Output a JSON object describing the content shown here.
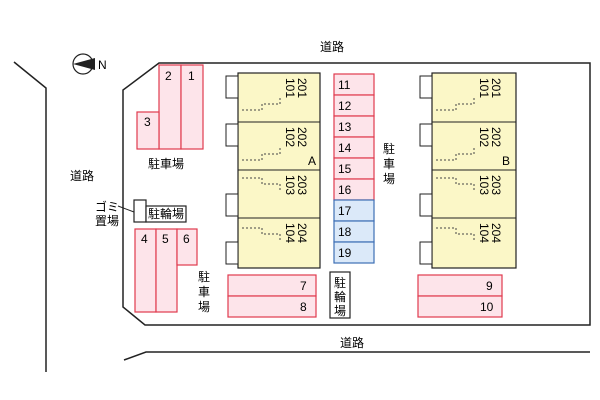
{
  "roads": {
    "top": "道路",
    "left": "道路",
    "bottom": "道路"
  },
  "compass": {
    "icon": "north-arrow-icon",
    "letter": "N"
  },
  "parking_labels": {
    "upper_left": "駐車場",
    "lower_left": [
      "駐",
      "車",
      "場"
    ],
    "center": [
      "駐",
      "車",
      "場"
    ]
  },
  "garbage_label": [
    "ゴミ",
    "置場"
  ],
  "bike_parking": {
    "left": "駐輪場",
    "center": [
      "駐",
      "輪",
      "場"
    ]
  },
  "parking_spaces": {
    "top_left": [
      "1",
      "2",
      "3"
    ],
    "bottom_left": [
      "4",
      "5",
      "6"
    ],
    "bottom_middle": [
      "7",
      "8"
    ],
    "bottom_right": [
      "9",
      "10"
    ],
    "center_column": [
      "11",
      "12",
      "13",
      "14",
      "15",
      "16"
    ],
    "center_bike": [
      "17",
      "18",
      "19"
    ]
  },
  "buildings": {
    "A": {
      "label": "A",
      "units": [
        {
          "upper": "201",
          "lower": "101"
        },
        {
          "upper": "202",
          "lower": "102"
        },
        {
          "upper": "203",
          "lower": "103"
        },
        {
          "upper": "204",
          "lower": "104"
        }
      ]
    },
    "B": {
      "label": "B",
      "units": [
        {
          "upper": "201",
          "lower": "101"
        },
        {
          "upper": "202",
          "lower": "102"
        },
        {
          "upper": "203",
          "lower": "103"
        },
        {
          "upper": "204",
          "lower": "104"
        }
      ]
    }
  },
  "colors": {
    "parking_fill": "#fde4ea",
    "parking_stroke": "#e03a4e",
    "building_fill": "#fbf7c7",
    "bike_fill": "#dbe9f9",
    "bike_stroke": "#3d6fb5",
    "line": "#222222"
  }
}
